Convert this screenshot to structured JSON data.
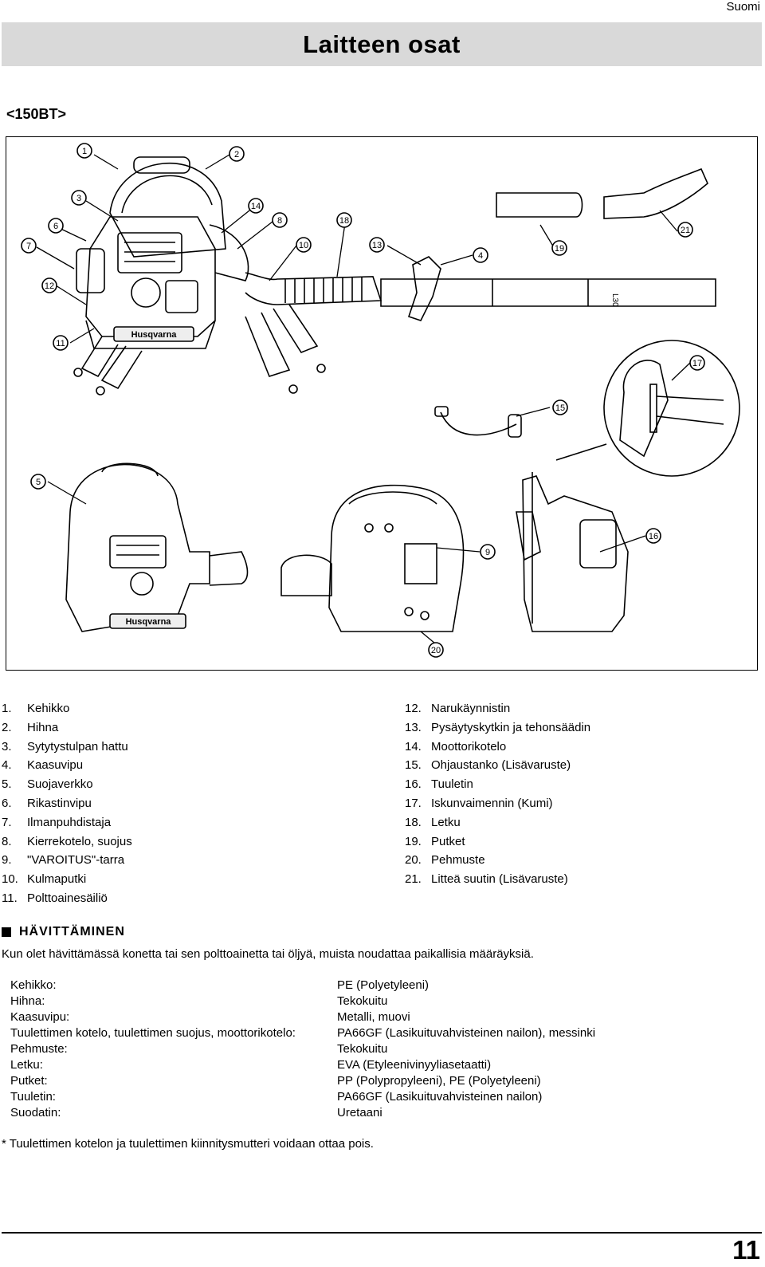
{
  "header": {
    "language": "Suomi",
    "title": "Laitteen osat"
  },
  "model": "<150BT>",
  "figure": {
    "callouts": [
      "1",
      "2",
      "3",
      "4",
      "5",
      "6",
      "7",
      "8",
      "9",
      "10",
      "11",
      "12",
      "13",
      "14",
      "15",
      "16",
      "17",
      "18",
      "19",
      "20",
      "21"
    ],
    "brand_text": "Husqvarna",
    "pipe_text": "L30"
  },
  "parts_left": [
    {
      "num": "1.",
      "label": "Kehikko"
    },
    {
      "num": "2.",
      "label": "Hihna"
    },
    {
      "num": "3.",
      "label": "Sytytystulpan hattu"
    },
    {
      "num": "4.",
      "label": "Kaasuvipu"
    },
    {
      "num": "5.",
      "label": "Suojaverkko"
    },
    {
      "num": "6.",
      "label": "Rikastinvipu"
    },
    {
      "num": "7.",
      "label": "Ilmanpuhdistaja"
    },
    {
      "num": "8.",
      "label": "Kierrekotelo, suojus"
    },
    {
      "num": "9.",
      "label": "\"VAROITUS\"-tarra"
    },
    {
      "num": "10.",
      "label": "Kulmaputki"
    },
    {
      "num": "11.",
      "label": "Polttoainesäiliö"
    }
  ],
  "parts_right": [
    {
      "num": "12.",
      "label": "Narukäynnistin"
    },
    {
      "num": "13.",
      "label": "Pysäytyskytkin ja tehonsäädin"
    },
    {
      "num": "14.",
      "label": "Moottorikotelo"
    },
    {
      "num": "15.",
      "label": "Ohjaustanko (Lisävaruste)"
    },
    {
      "num": "16.",
      "label": "Tuuletin"
    },
    {
      "num": "17.",
      "label": "Iskunvaimennin (Kumi)"
    },
    {
      "num": "18.",
      "label": "Letku"
    },
    {
      "num": "19.",
      "label": "Putket"
    },
    {
      "num": "20.",
      "label": "Pehmuste"
    },
    {
      "num": "21.",
      "label": "Litteä suutin (Lisävaruste)"
    }
  ],
  "disposal": {
    "heading": "HÄVITTÄMINEN",
    "text": "Kun olet hävittämässä konetta tai sen polttoainetta tai öljyä, muista noudattaa paikallisia määräyksiä."
  },
  "materials": [
    {
      "part": "Kehikko:",
      "material": "PE (Polyetyleeni)"
    },
    {
      "part": "Hihna:",
      "material": "Tekokuitu"
    },
    {
      "part": "Kaasuvipu:",
      "material": "Metalli, muovi"
    },
    {
      "part": "Tuulettimen kotelo, tuulettimen suojus, moottorikotelo:",
      "material": "PA66GF (Lasikuituvahvisteinen nailon), messinki"
    },
    {
      "part": "Pehmuste:",
      "material": "Tekokuitu"
    },
    {
      "part": "Letku:",
      "material": "EVA (Etyleenivinyyliasetaatti)"
    },
    {
      "part": "Putket:",
      "material": "PP (Polypropyleeni), PE (Polyetyleeni)"
    },
    {
      "part": "Tuuletin:",
      "material": "PA66GF (Lasikuituvahvisteinen nailon)"
    },
    {
      "part": "Suodatin:",
      "material": "Uretaani"
    }
  ],
  "footnote": "* Tuulettimen kotelon ja tuulettimen kiinnitysmutteri voidaan ottaa pois.",
  "page_number": "11"
}
